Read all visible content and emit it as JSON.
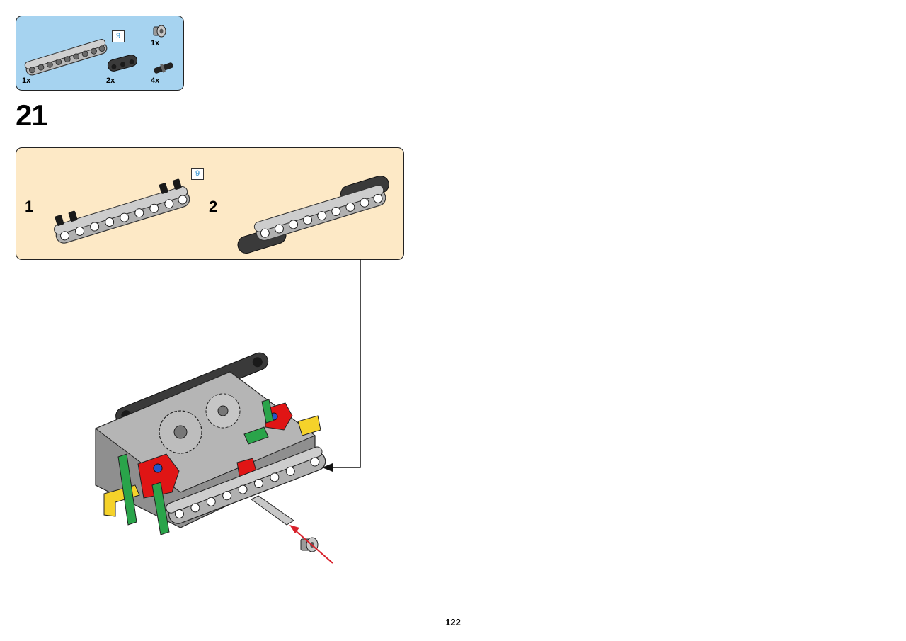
{
  "parts_list": {
    "items": [
      {
        "part": "technic-liftarm-9",
        "qty": "1x",
        "length_label": "9"
      },
      {
        "part": "technic-bush",
        "qty": "1x"
      },
      {
        "part": "technic-liftarm-3-black",
        "qty": "2x"
      },
      {
        "part": "technic-pin-black",
        "qty": "4x"
      }
    ]
  },
  "step": {
    "number": "21",
    "substeps": [
      {
        "label": "1",
        "length_label": "9"
      },
      {
        "label": "2"
      }
    ]
  },
  "page": {
    "number": "122"
  },
  "colors": {
    "parts_bg": "#a6d3f0",
    "substep_bg": "#fde9c6",
    "light_gray": "#b4b4b4",
    "dark_gray": "#4a4a4a",
    "red": "#e01515",
    "yellow": "#f5d22a",
    "green": "#2aa44a",
    "arrow_red": "#d8202a"
  }
}
